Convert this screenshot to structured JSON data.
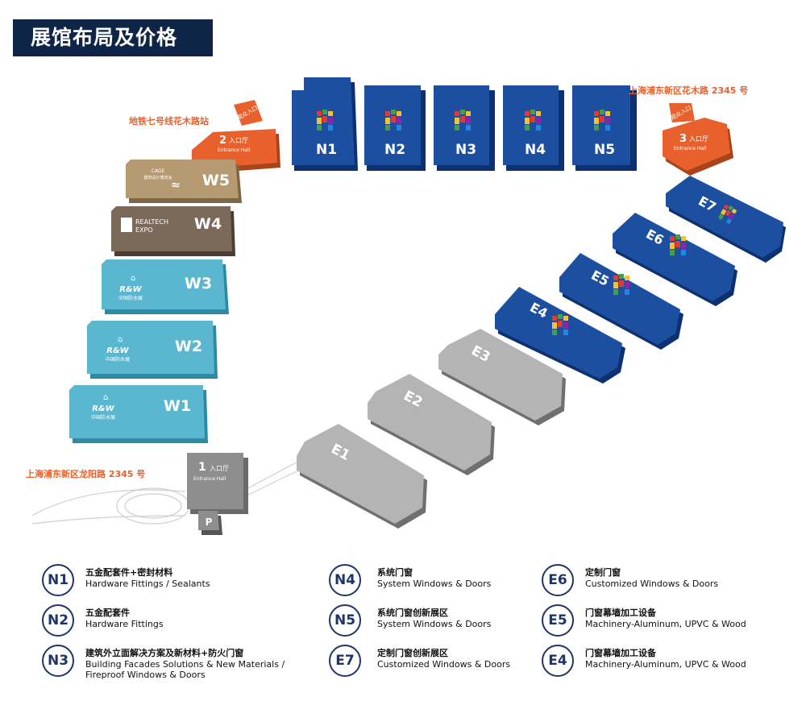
{
  "header": {
    "title": "展馆布局及价格"
  },
  "roads": {
    "metro": "地铁七号线花木路站",
    "huamu": "上海浦东新区花木路 2345 号",
    "longyang": "上海浦东新区龙阳路 2345 号"
  },
  "halls": {
    "n1": "N1",
    "n2": "N2",
    "n3": "N3",
    "n4": "N4",
    "n5": "N5",
    "e1": "E1",
    "e2": "E2",
    "e3": "E3",
    "e4": "E4",
    "e5": "E5",
    "e6": "E6",
    "e7": "E7",
    "w1": "W1",
    "w2": "W2",
    "w3": "W3",
    "w4": "W4",
    "w5": "W5",
    "p": "P"
  },
  "entrances": {
    "e1": {
      "num": "1",
      "cn": "入口厅",
      "en": "Entrance Hall"
    },
    "e2": {
      "num": "2",
      "cn": "入口厅",
      "en": "Entrance Hall"
    },
    "e3": {
      "num": "3",
      "cn": "入口厅",
      "en": "Entrance Hall"
    },
    "tag_left": "观众入口",
    "tag_right": "观众入口"
  },
  "brands": {
    "rw": "R&W",
    "rw_cn": "中国防水展",
    "realtech": "REALTECH",
    "expo": "EXPO",
    "cage": "CAGE",
    "cage_cn": "建筑设计博览会"
  },
  "colors": {
    "blue": "#1d4fa0",
    "gray": "#9b9b9b",
    "teal": "#5bb6cf",
    "brown": "#7b6a5a",
    "tan": "#b59a72",
    "orange": "#e8612c",
    "navy": "#0f2548"
  },
  "legend": [
    {
      "code": "N1",
      "cn": "五金配套件+密封材料",
      "en": "Hardware Fittings / Sealants"
    },
    {
      "code": "N2",
      "cn": "五金配套件",
      "en": "Hardware Fittings"
    },
    {
      "code": "N3",
      "cn": "建筑外立面解决方案及新材料+防火门窗",
      "en": "Building Facades Solutions & New Materials /",
      "en2": "Fireproof Windows & Doors"
    },
    {
      "code": "N4",
      "cn": "系统门窗",
      "en": "System Windows & Doors"
    },
    {
      "code": "N5",
      "cn": "系统门窗创新展区",
      "en": "System Windows & Doors"
    },
    {
      "code": "E7",
      "cn": "定制门窗创新展区",
      "en": "Customized Windows & Doors"
    },
    {
      "code": "E6",
      "cn": "定制门窗",
      "en": "Customized Windows & Doors"
    },
    {
      "code": "E5",
      "cn": "门窗幕墙加工设备",
      "en": "Machinery-Aluminum, UPVC & Wood"
    },
    {
      "code": "E4",
      "cn": "门窗幕墙加工设备",
      "en": "Machinery-Aluminum, UPVC & Wood"
    }
  ]
}
